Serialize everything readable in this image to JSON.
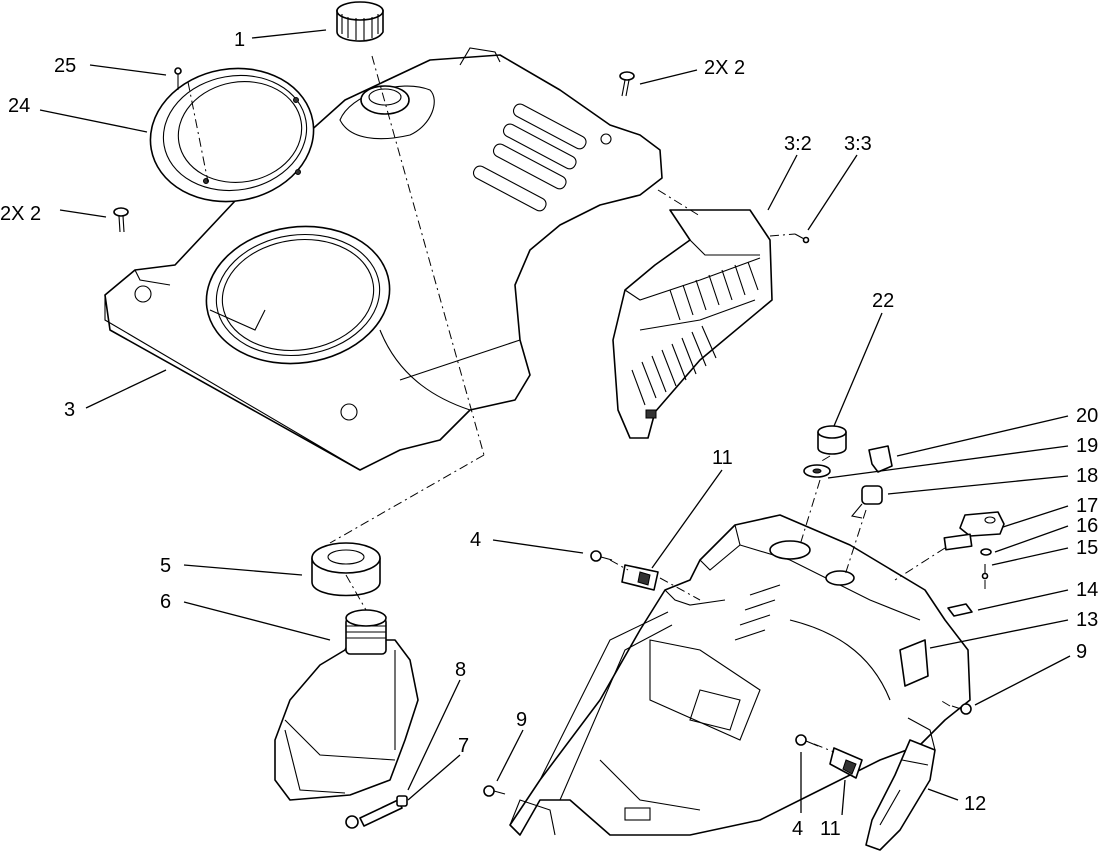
{
  "diagram": {
    "callouts": [
      {
        "id": "c1",
        "text": "1"
      },
      {
        "id": "c25",
        "text": "25"
      },
      {
        "id": "c24",
        "text": "24"
      },
      {
        "id": "c2x2a",
        "text": "2X 2"
      },
      {
        "id": "c2x2b",
        "text": "2X 2"
      },
      {
        "id": "c3",
        "text": "3"
      },
      {
        "id": "c32",
        "text": "3:2"
      },
      {
        "id": "c33",
        "text": "3:3"
      },
      {
        "id": "c22",
        "text": "22"
      },
      {
        "id": "c20",
        "text": "20"
      },
      {
        "id": "c19",
        "text": "19"
      },
      {
        "id": "c18",
        "text": "18"
      },
      {
        "id": "c17",
        "text": "17"
      },
      {
        "id": "c16",
        "text": "16"
      },
      {
        "id": "c15",
        "text": "15"
      },
      {
        "id": "c14",
        "text": "14"
      },
      {
        "id": "c13",
        "text": "13"
      },
      {
        "id": "c9a",
        "text": "9"
      },
      {
        "id": "c12",
        "text": "12"
      },
      {
        "id": "c11a",
        "text": "11"
      },
      {
        "id": "c4a",
        "text": "4"
      },
      {
        "id": "c11b",
        "text": "11"
      },
      {
        "id": "c4b",
        "text": "4"
      },
      {
        "id": "c9b",
        "text": "9"
      },
      {
        "id": "c5",
        "text": "5"
      },
      {
        "id": "c6",
        "text": "6"
      },
      {
        "id": "c8",
        "text": "8"
      },
      {
        "id": "c7",
        "text": "7"
      }
    ]
  }
}
